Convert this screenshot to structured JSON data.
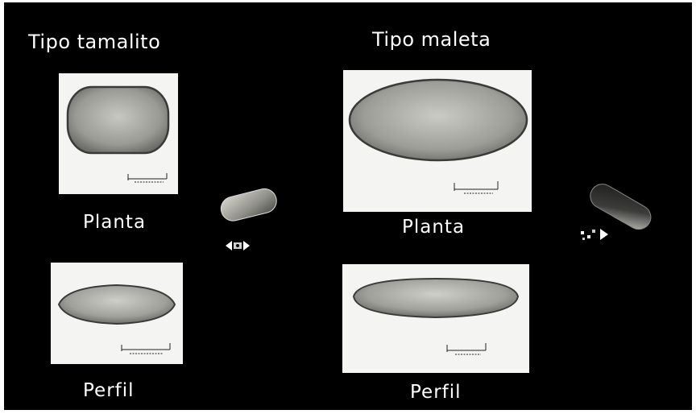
{
  "slide": {
    "left_group": {
      "heading": "Tipo tamalito",
      "top_caption": "Planta",
      "bottom_caption": "Perfil"
    },
    "right_group": {
      "heading": "Tipo maleta",
      "top_caption": "Planta",
      "bottom_caption": "Perfil"
    }
  },
  "colors": {
    "background": "#000000",
    "text": "#ffffff",
    "photo_background": "#f4f4f2",
    "seed_body": "#9a9a94",
    "seed_outline": "#3a3a38"
  },
  "icons": [
    "seed-photo",
    "seed-3d-model",
    "axis-arrows-icon",
    "scale-bar"
  ]
}
